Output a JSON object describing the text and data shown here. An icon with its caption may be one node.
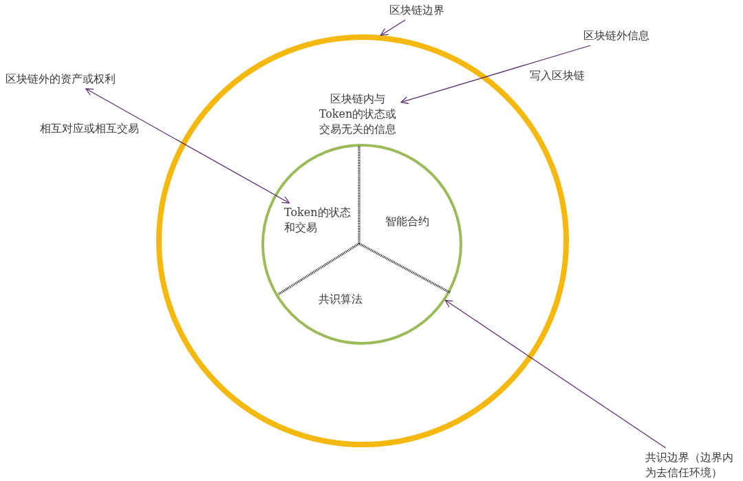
{
  "diagram": {
    "nodes": [
      {
        "text": [],
        "shape": "circle"
      },
      {
        "text": [
          "区块链内与Token的状态或交易无关的信息"
        ],
        "in": 0
      },
      {
        "text": [],
        "shape": "circle",
        "in": 0
      },
      {
        "text": [
          "Token的状态和交易"
        ],
        "in": 2
      },
      {
        "text": [
          "智能合约"
        ],
        "in": 2
      },
      {
        "text": [
          "共识算法"
        ],
        "in": 2
      },
      {
        "text": [
          "区块链边界"
        ]
      },
      {
        "text": [
          "区块链外信息"
        ]
      },
      {
        "text": [
          "区块链外的资产或权利"
        ]
      },
      {
        "text": [
          "共识边界（边界内为去信任环境）"
        ]
      }
    ],
    "edges": [
      {
        "from": 6,
        "to": 0,
        "arrow": "to"
      },
      {
        "from": 7,
        "to": 1,
        "arrow": "to",
        "label": "写入区块链"
      },
      {
        "from": 8,
        "to": 3,
        "arrow": "both",
        "label": "相互对应或相互交易"
      },
      {
        "from": 9,
        "to": 2,
        "arrow": "to"
      }
    ]
  }
}
